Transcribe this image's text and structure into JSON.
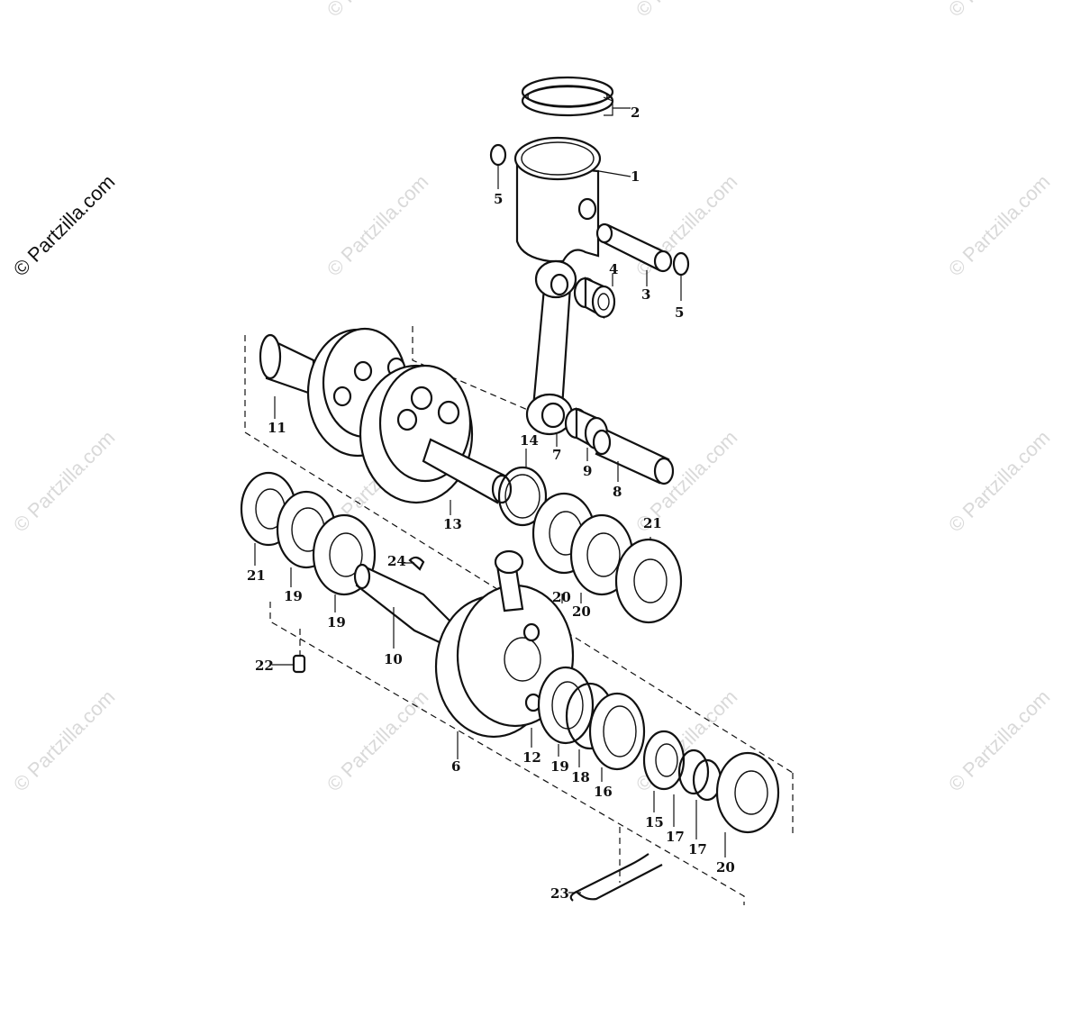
{
  "watermarks": {
    "main": "© Partzilla.com",
    "repeat": "© Partzilla.com"
  },
  "callouts": {
    "c1": "1",
    "c2": "2",
    "c3": "3",
    "c4": "4",
    "c5a": "5",
    "c5b": "5",
    "c6": "6",
    "c7": "7",
    "c8": "8",
    "c9": "9",
    "c10": "10",
    "c11": "11",
    "c12": "12",
    "c13": "13",
    "c14": "14",
    "c15": "15",
    "c16": "16",
    "c17a": "17",
    "c17b": "17",
    "c18": "18",
    "c19a": "19",
    "c19b": "19",
    "c19c": "19",
    "c20a": "20",
    "c20b": "20",
    "c20c": "20",
    "c21a": "21",
    "c21b": "21",
    "c22": "22",
    "c23": "23",
    "c24": "24"
  }
}
